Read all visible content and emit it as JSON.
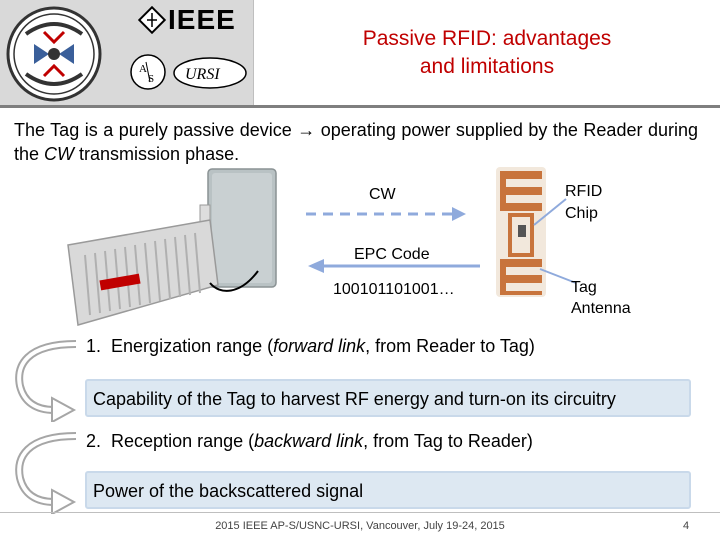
{
  "header": {
    "logo_text": "IEEE",
    "logo_small_1": "APS",
    "logo_small_2": "URSI",
    "title_line1": "Passive RFID: advantages",
    "title_line2": "and limitations"
  },
  "intro": {
    "part1": "The Tag is a purely passive device ",
    "arrow": "→",
    "part2": " operating power supplied by the Reader during the ",
    "cw": "CW",
    "part3": " transmission phase."
  },
  "diagram": {
    "cw_label": "CW",
    "rfid_chip_label_1": "RFID",
    "rfid_chip_label_2": "Chip",
    "epc_label": "EPC Code",
    "bits_label": "100101101001…",
    "tag_antenna_label_1": "Tag",
    "tag_antenna_label_2": "Antenna"
  },
  "list": {
    "item1_num": "1.",
    "item1_a": "Energization range (",
    "item1_em": "forward link",
    "item1_b": ", from Reader to Tag)",
    "box1": "Capability of the Tag to harvest RF energy and turn-on its circuitry",
    "item2_num": "2.",
    "item2_a": "Reception range (",
    "item2_em": "backward link",
    "item2_b": ", from Tag to Reader)",
    "box2": "Power of the backscattered signal"
  },
  "footer": {
    "text": "2015 IEEE AP-S/USNC-URSI, Vancouver, July 19-24, 2015",
    "page": "4"
  },
  "colors": {
    "title": "#c00000",
    "box_fill": "#dde8f2",
    "tag_copper": "#c8743c",
    "cw_arrow": "#8faadc",
    "epc_arrow": "#8faadc"
  }
}
